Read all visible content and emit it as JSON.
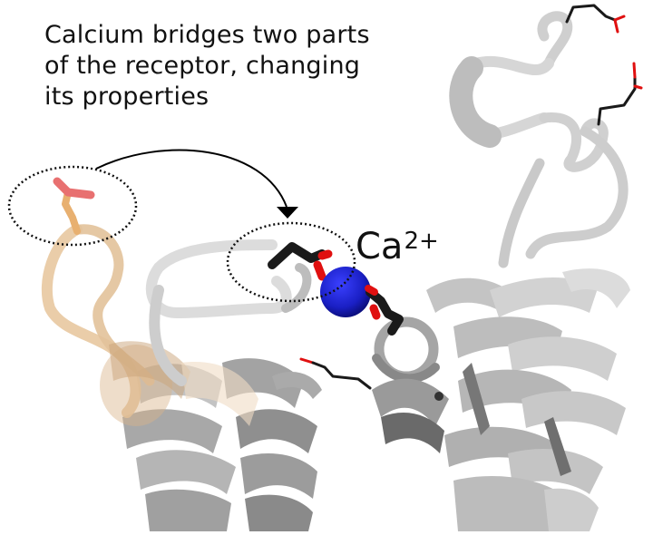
{
  "caption": {
    "lines": [
      "Calcium bridges two parts",
      "of the receptor, changing",
      "its properties"
    ]
  },
  "ion": {
    "symbol": "Ca",
    "charge": "2+",
    "color": "#1a1fc4"
  },
  "colors": {
    "protein_ribbon": "#c8c8c8",
    "moved_segment": "#e8c8a0",
    "carbon": "#1a1a1a",
    "oxygen": "#e01010",
    "oxygen_faded": "#e87070",
    "arrow": "#000000"
  }
}
